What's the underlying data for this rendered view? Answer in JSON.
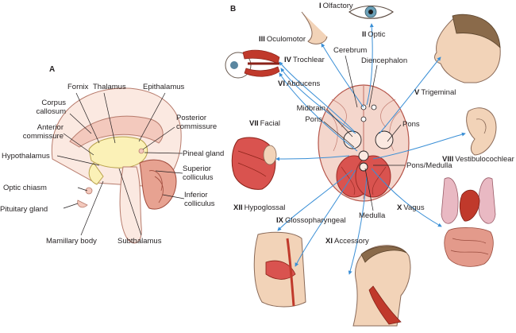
{
  "panel_a": {
    "letter": "A",
    "labels": {
      "fornix": "Fornix",
      "thalamus": "Thalamus",
      "epithalamus": "Epithalamus",
      "corpus_callosum_1": "Corpus",
      "corpus_callosum_2": "callosum",
      "anterior_commissure_1": "Anterior",
      "anterior_commissure_2": "commissure",
      "posterior_commissure_1": "Posterior",
      "posterior_commissure_2": "commissure",
      "hypothalamus": "Hypothalamus",
      "pineal_gland": "Pineal gland",
      "superior_colliculus_1": "Superior",
      "superior_colliculus_2": "colliculus",
      "optic_chiasm": "Optic chiasm",
      "inferior_colliculus_1": "Inferior",
      "inferior_colliculus_2": "colliculus",
      "pituitary_gland": "Pituitary gland",
      "mamillary_body": "Mamillary body",
      "subthalamus": "Subthalamus"
    }
  },
  "panel_b": {
    "letter": "B",
    "brain_labels": {
      "cerebrum": "Cerebrum",
      "diencephalon": "Diencephalon",
      "midbrain": "Midbrain",
      "pons_left": "Pons",
      "pons_right": "Pons",
      "pons_medulla": "Pons/Medulla",
      "medulla": "Medulla"
    },
    "nerves": [
      {
        "numeral": "I",
        "name": "Olfactory"
      },
      {
        "numeral": "II",
        "name": "Optic"
      },
      {
        "numeral": "III",
        "name": "Oculomotor"
      },
      {
        "numeral": "IV",
        "name": "Trochlear"
      },
      {
        "numeral": "V",
        "name": "Trigeminal"
      },
      {
        "numeral": "VI",
        "name": "Abducens"
      },
      {
        "numeral": "VII",
        "name": "Facial"
      },
      {
        "numeral": "VIII",
        "name": "Vestibulocochlear"
      },
      {
        "numeral": "IX",
        "name": "Glossopharyngeal"
      },
      {
        "numeral": "X",
        "name": "Vagus"
      },
      {
        "numeral": "XI",
        "name": "Accessory"
      },
      {
        "numeral": "XII",
        "name": "Hypoglossal"
      }
    ]
  },
  "colors": {
    "nerve_line": "#3a8fd6",
    "brain_fill": "#f4d6cc",
    "brain_stroke": "#b5554a",
    "muscle": "#c0392b",
    "skin": "#f2d3b8",
    "midline_yellow": "#fbf1b7"
  }
}
